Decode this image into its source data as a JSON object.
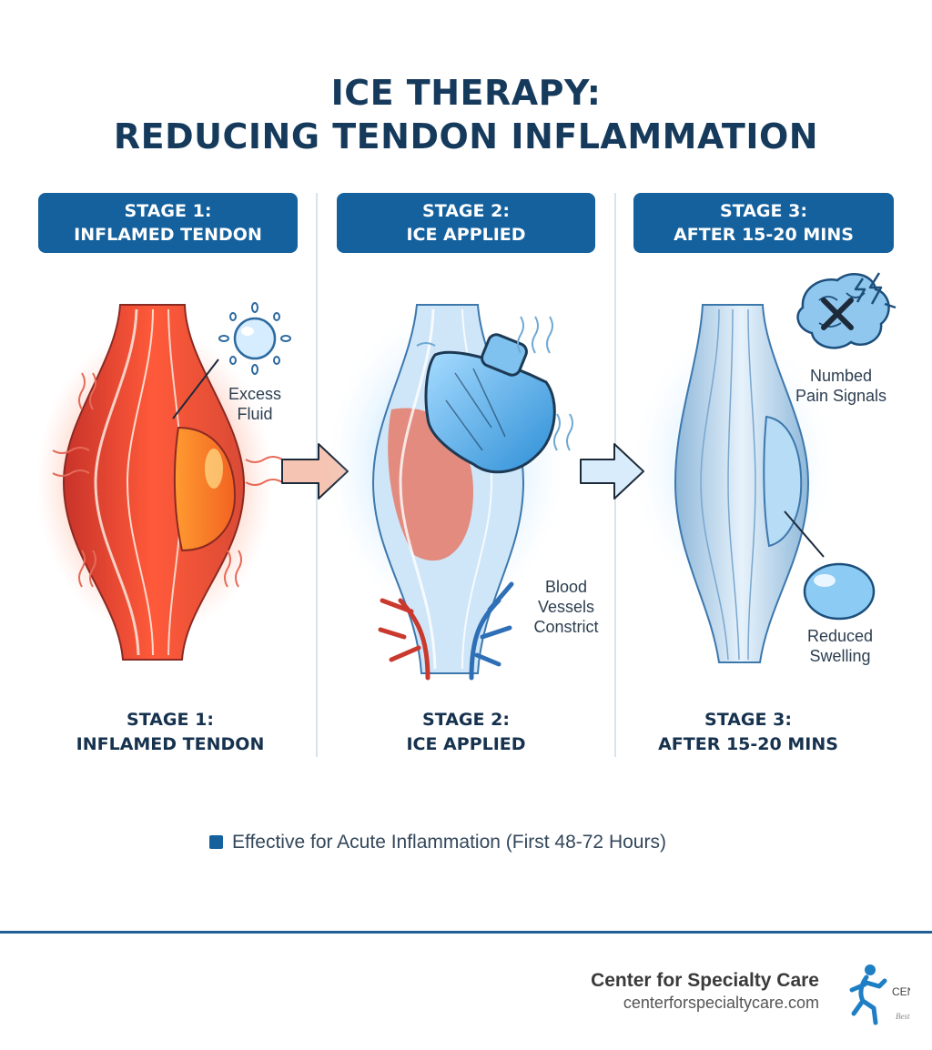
{
  "title": {
    "line1": "ICE THERAPY:",
    "line2": "REDUCING TENDON INFLAMMATION"
  },
  "stages": [
    {
      "badge_line1": "STAGE 1:",
      "badge_line2": "INFLAMED TENDON",
      "caption_line1": "STAGE 1:",
      "caption_line2": "INFLAMED TENDON"
    },
    {
      "badge_line1": "STAGE 2:",
      "badge_line2": "ICE APPLIED",
      "caption_line1": "STAGE 2:",
      "caption_line2": "ICE APPLIED"
    },
    {
      "badge_line1": "STAGE 3:",
      "badge_line2": "AFTER 15-20 MINS",
      "caption_line1": "STAGE 3:",
      "caption_line2": "AFTER 15-20 MINS"
    }
  ],
  "annotations": {
    "excess_fluid": [
      "Excess",
      "Fluid"
    ],
    "blood_vessels": [
      "Blood",
      "Vessels",
      "Constrict"
    ],
    "numbed_pain": [
      "Numbed",
      "Pain Signals"
    ],
    "reduced_swelling": [
      "Reduced",
      "Swelling"
    ]
  },
  "note": "Effective for Acute Inflammation (First 48-72 Hours)",
  "footer": {
    "brand_name": "Center for Specialty Care",
    "brand_url": "centerforspecialtycare.com",
    "logo_text": "CEN",
    "logo_tagline": "Best"
  },
  "colors": {
    "badge_bg": "#14619e",
    "title": "#163a5c",
    "inflamed_red": "#e8442e",
    "ice_blue": "#4aa3e0",
    "footer_rule": "#1f5f95"
  },
  "icons": [
    "sun-fluid-icon",
    "ice-pack-icon",
    "brain-x-icon",
    "lightning-icon",
    "fluid-droplet-icon",
    "arrow-right-icon",
    "runner-logo-icon"
  ]
}
